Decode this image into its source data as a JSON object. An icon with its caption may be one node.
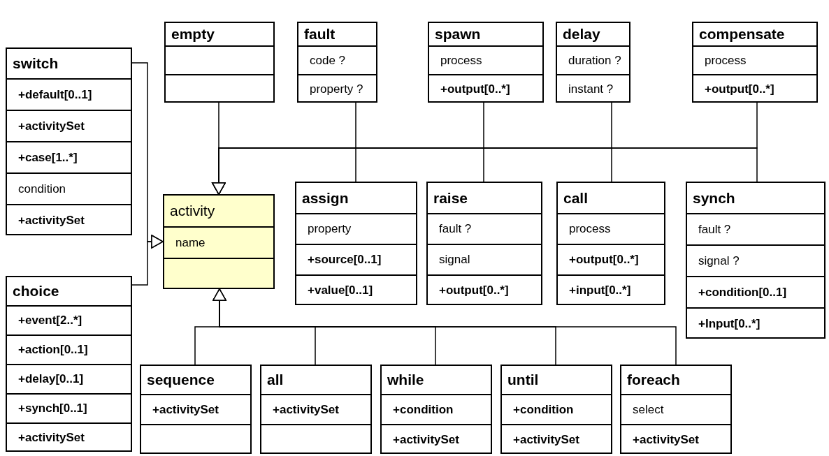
{
  "diagram": {
    "nodes": [
      {
        "text": [
          "empty"
        ]
      },
      {
        "text": [
          "fault",
          "code ?",
          "property ?"
        ]
      },
      {
        "text": [
          "spawn",
          "process",
          "+output[0..*]"
        ]
      },
      {
        "text": [
          "delay",
          "duration ?",
          "instant ?"
        ]
      },
      {
        "text": [
          "compensate",
          "process",
          "+output[0..*]"
        ]
      },
      {
        "text": [
          "switch",
          "+default[0..1]",
          "+activitySet",
          "+case[1..*]",
          "condition",
          "+activitySet"
        ]
      },
      {
        "text": [
          "assign",
          "property",
          "+source[0..1]",
          "+value[0..1]"
        ]
      },
      {
        "text": [
          "raise",
          "fault ?",
          "signal",
          "+output[0..*]"
        ]
      },
      {
        "text": [
          "call",
          "process",
          "+output[0..*]",
          "+input[0..*]"
        ]
      },
      {
        "text": [
          "synch",
          "fault ?",
          "signal ?",
          "+condition[0..1]",
          "+Input[0..*]"
        ]
      },
      {
        "text": [
          "activity",
          "name"
        ]
      },
      {
        "text": [
          "choice",
          "+event[2..*]",
          "+action[0..1]",
          "+delay[0..1]",
          "+synch[0..1]",
          "+activitySet"
        ]
      },
      {
        "text": [
          "sequence",
          "+activitySet"
        ]
      },
      {
        "text": [
          "all",
          "+activitySet"
        ]
      },
      {
        "text": [
          "while",
          "+condition",
          "+activitySet"
        ]
      },
      {
        "text": [
          "until",
          "+condition",
          "+activitySet"
        ]
      },
      {
        "text": [
          "foreach",
          "select",
          "+activitySet"
        ]
      }
    ],
    "edges": [
      {
        "from": 0,
        "to": 10,
        "arrow": "to"
      },
      {
        "from": 1,
        "to": 10,
        "arrow": "to"
      },
      {
        "from": 2,
        "to": 10,
        "arrow": "to"
      },
      {
        "from": 3,
        "to": 10,
        "arrow": "to"
      },
      {
        "from": 4,
        "to": 10,
        "arrow": "to"
      },
      {
        "from": 5,
        "to": 10,
        "arrow": "to"
      },
      {
        "from": 6,
        "to": 10,
        "arrow": "to"
      },
      {
        "from": 7,
        "to": 10,
        "arrow": "to"
      },
      {
        "from": 8,
        "to": 10,
        "arrow": "to"
      },
      {
        "from": 9,
        "to": 10,
        "arrow": "to"
      },
      {
        "from": 11,
        "to": 10,
        "arrow": "to"
      },
      {
        "from": 12,
        "to": 10,
        "arrow": "to"
      },
      {
        "from": 13,
        "to": 10,
        "arrow": "to"
      },
      {
        "from": 14,
        "to": 10,
        "arrow": "to"
      },
      {
        "from": 15,
        "to": 10,
        "arrow": "to"
      },
      {
        "from": 16,
        "to": 10,
        "arrow": "to"
      }
    ]
  }
}
